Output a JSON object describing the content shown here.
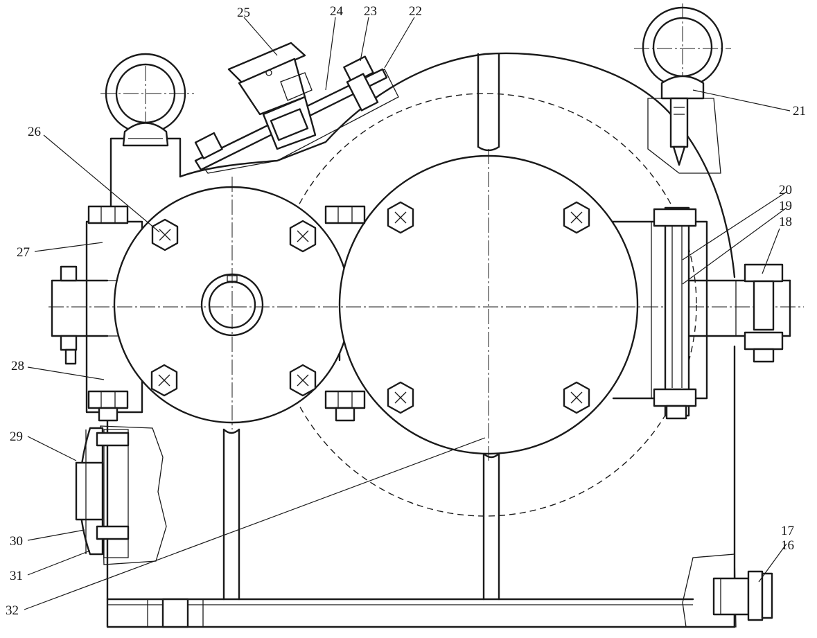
{
  "callouts": [
    {
      "id": "16",
      "text": "16"
    },
    {
      "id": "17",
      "text": "17"
    },
    {
      "id": "18",
      "text": "18"
    },
    {
      "id": "19",
      "text": "19"
    },
    {
      "id": "20",
      "text": "20"
    },
    {
      "id": "21",
      "text": "21"
    },
    {
      "id": "22",
      "text": "22"
    },
    {
      "id": "23",
      "text": "23"
    },
    {
      "id": "24",
      "text": "24"
    },
    {
      "id": "25",
      "text": "25"
    },
    {
      "id": "26",
      "text": "26"
    },
    {
      "id": "27",
      "text": "27"
    },
    {
      "id": "28",
      "text": "28"
    },
    {
      "id": "29",
      "text": "29"
    },
    {
      "id": "30",
      "text": "30"
    },
    {
      "id": "31",
      "text": "31"
    },
    {
      "id": "32",
      "text": "32"
    }
  ],
  "colors": {
    "line": "#1a1a1a",
    "background": "#ffffff"
  }
}
